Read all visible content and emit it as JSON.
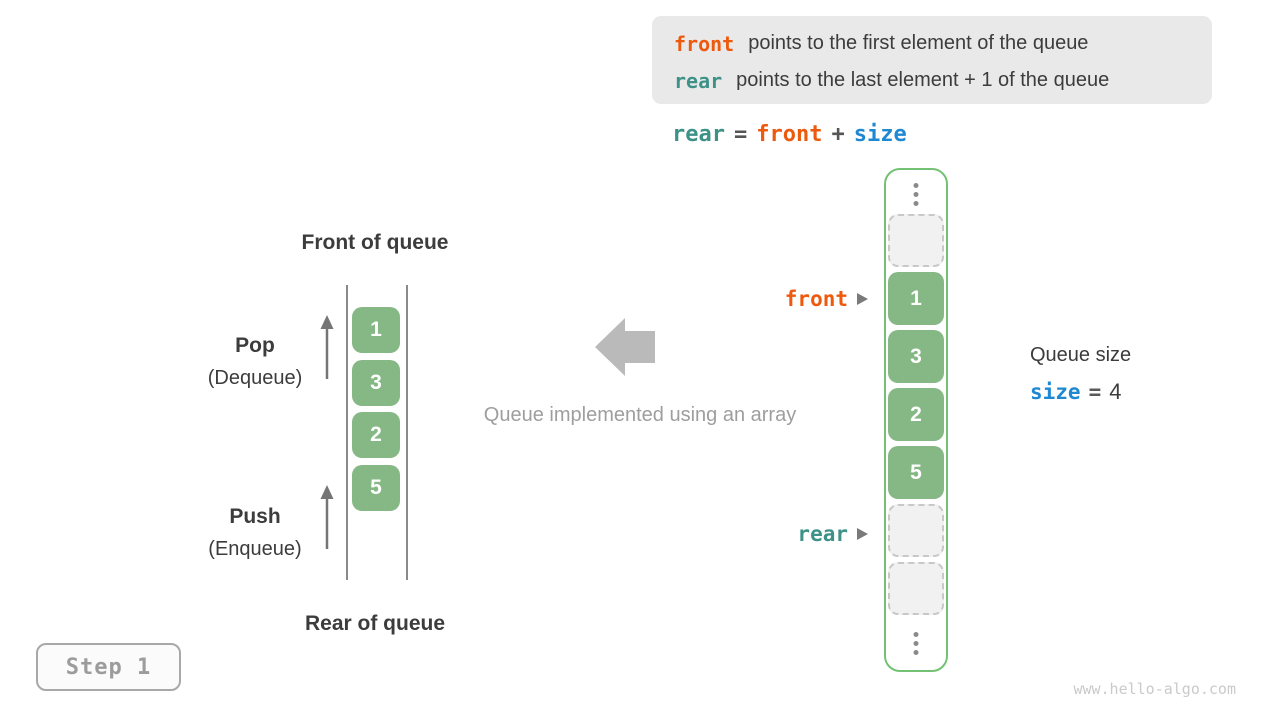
{
  "colors": {
    "orange": "#ed5a0e",
    "teal": "#3d9287",
    "blue": "#1e88d2",
    "green_cell": "#85b884",
    "green_border": "#74c174",
    "dark_text": "#3c3c3c",
    "gray_text": "#9e9e9e"
  },
  "info_box": {
    "lines": [
      {
        "keyword": "front",
        "text": "points to the first element of the queue"
      },
      {
        "keyword": "rear",
        "text": "points to the last element + 1 of the queue"
      }
    ]
  },
  "formula": {
    "rear": "rear",
    "eq": "=",
    "front": "front",
    "plus": "+",
    "size": "size"
  },
  "left_diagram": {
    "title_top": "Front of queue",
    "title_bottom": "Rear of queue",
    "pop_label": "Pop",
    "pop_sub": "(Dequeue)",
    "push_label": "Push",
    "push_sub": "(Enqueue)",
    "cells": [
      "1",
      "3",
      "2",
      "5"
    ]
  },
  "center": {
    "caption": "Queue implemented using an array"
  },
  "array_column": {
    "front_label": "front",
    "rear_label": "rear",
    "cells": [
      {
        "type": "empty"
      },
      {
        "type": "value",
        "value": "1"
      },
      {
        "type": "value",
        "value": "3"
      },
      {
        "type": "value",
        "value": "2"
      },
      {
        "type": "value",
        "value": "5"
      },
      {
        "type": "empty"
      },
      {
        "type": "empty"
      }
    ]
  },
  "size_info": {
    "title": "Queue size",
    "keyword": "size",
    "eq": "=",
    "value": "4"
  },
  "footer": {
    "step_label": "Step 1",
    "watermark": "www.hello-algo.com"
  }
}
